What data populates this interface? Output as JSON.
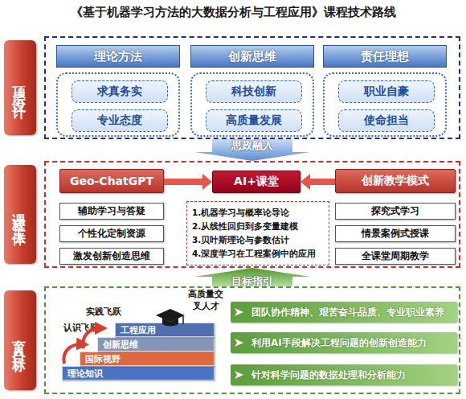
{
  "diagram": {
    "title": "《基于机器学习方法的大数据分析与工程应用》课程技术路线",
    "nodes": [
      {
        "text": [
          "顶层设计"
        ]
      },
      {
        "text": [
          "理论方法"
        ],
        "in": 0
      },
      {
        "text": [
          "求真务实"
        ],
        "in": 1
      },
      {
        "text": [
          "专业态度"
        ],
        "in": 1
      },
      {
        "text": [
          "创新思维"
        ],
        "in": 0
      },
      {
        "text": [
          "科技创新"
        ],
        "in": 4
      },
      {
        "text": [
          "高质量发展"
        ],
        "in": 4
      },
      {
        "text": [
          "责任理想"
        ],
        "in": 0
      },
      {
        "text": [
          "职业自豪"
        ],
        "in": 7
      },
      {
        "text": [
          "使命担当"
        ],
        "in": 7
      },
      {
        "text": [
          "课程主体"
        ]
      },
      {
        "text": [
          "Geo-ChatGPT"
        ],
        "in": 10
      },
      {
        "text": [
          "AI+课堂"
        ],
        "in": 10
      },
      {
        "text": [
          "创新教学模式"
        ],
        "in": 10
      },
      {
        "text": [
          "辅助学习与答疑"
        ],
        "in": 10
      },
      {
        "text": [
          "个性化定制资源"
        ],
        "in": 10
      },
      {
        "text": [
          "激发创新创造思维"
        ],
        "in": 10
      },
      {
        "text": [
          "1.机器学习与概率论导论",
          "2.从线性回归到多变量建模",
          "3.贝叶斯理论与参数估计",
          "4.深度学习在工程案例中的应用"
        ],
        "in": 10
      },
      {
        "text": [
          "探究式学习"
        ],
        "in": 10
      },
      {
        "text": [
          "情景案例式授课"
        ],
        "in": 10
      },
      {
        "text": [
          "全课堂周期教学"
        ],
        "in": 10
      },
      {
        "text": [
          "育人目标"
        ]
      },
      {
        "text": [
          "理论知识"
        ],
        "in": 21
      },
      {
        "text": [
          "国际视野"
        ],
        "in": 21
      },
      {
        "text": [
          "创新思维"
        ],
        "in": 21
      },
      {
        "text": [
          "工程应用"
        ],
        "in": 21
      },
      {
        "text": [
          "团队协作精神、艰苦奋斗品质、专业职业素养"
        ],
        "in": 21
      },
      {
        "text": [
          "利用AI手段解决工程问题的创新创造能力"
        ],
        "in": 21
      },
      {
        "text": [
          "针对科学问题的数据处理和分析能力"
        ],
        "in": 21
      }
    ],
    "edges": [
      {
        "from": 0,
        "to": 10,
        "label": "思政融入",
        "arrow": "to"
      },
      {
        "from": 21,
        "to": 10,
        "label": "目标指引",
        "arrow": "to"
      },
      {
        "from": 11,
        "to": 12,
        "arrow": "to"
      },
      {
        "from": 13,
        "to": 12,
        "arrow": "to"
      }
    ],
    "labels": [
      "认识飞跃",
      "实践飞跃",
      "高质量交叉人才"
    ]
  }
}
